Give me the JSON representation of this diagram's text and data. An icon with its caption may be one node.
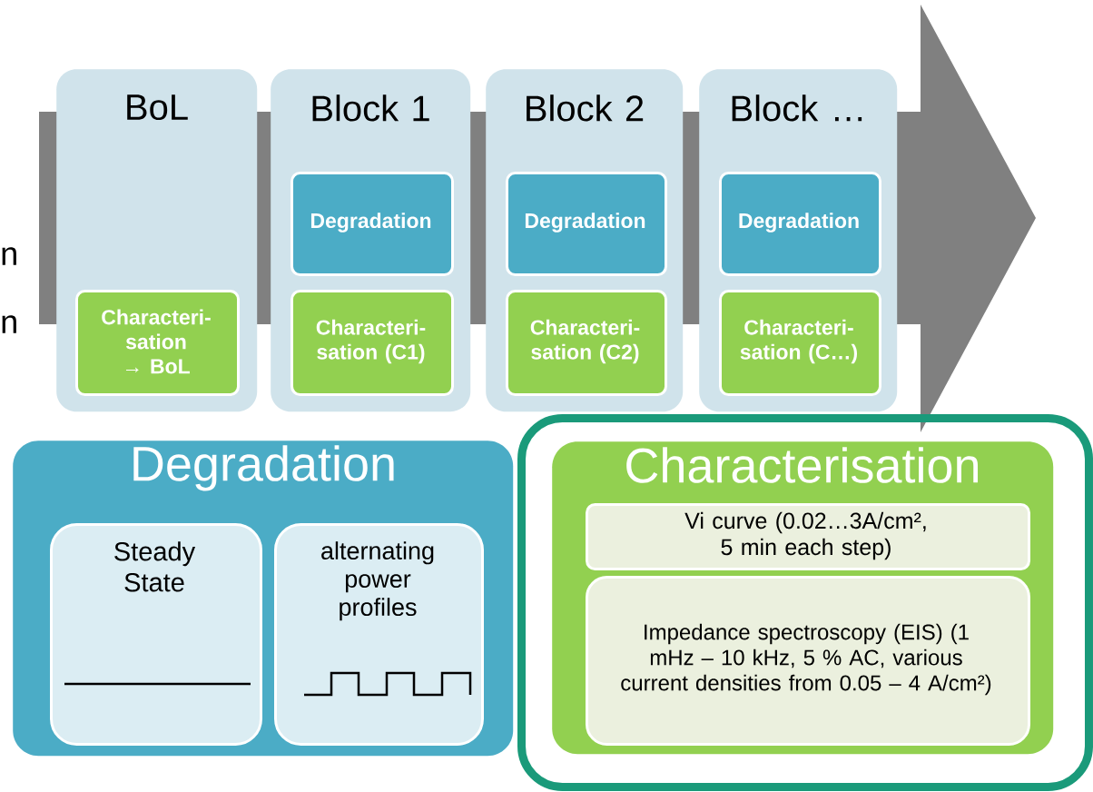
{
  "diagram": {
    "nodes": [
      {
        "text": [
          "BoL"
        ]
      },
      {
        "text": [
          "Characteri- sation → BoL"
        ],
        "in": 0
      },
      {
        "text": [
          "Block 1"
        ]
      },
      {
        "text": [
          "Degradation"
        ],
        "in": 2
      },
      {
        "text": [
          "Characteri- sation (C1)"
        ],
        "in": 2
      },
      {
        "text": [
          "Block 2"
        ]
      },
      {
        "text": [
          "Degradation"
        ],
        "in": 5
      },
      {
        "text": [
          "Characteri- sation (C2)"
        ],
        "in": 5
      },
      {
        "text": [
          "Block …"
        ]
      },
      {
        "text": [
          "Degradation"
        ],
        "in": 8
      },
      {
        "text": [
          "Characteri- sation (C…)"
        ],
        "in": 8
      },
      {
        "text": [
          "Degradation"
        ]
      },
      {
        "text": [
          "Steady State"
        ],
        "in": 11
      },
      {
        "text": [
          "alternating power profiles"
        ],
        "in": 11
      },
      {
        "text": [],
        "shape": "box"
      },
      {
        "text": [
          "Characterisation"
        ],
        "in": 14
      },
      {
        "text": [
          "Vi curve (0.02…3A/cm², 5 min each step)"
        ],
        "in": 15
      },
      {
        "text": [
          "Impedance spectroscopy (EIS) (1 mHz – 10 kHz, 5 % AC, various current densities from 0.05 – 4 A/cm²)"
        ],
        "in": 15
      }
    ],
    "labels": [
      "n",
      "n"
    ]
  }
}
